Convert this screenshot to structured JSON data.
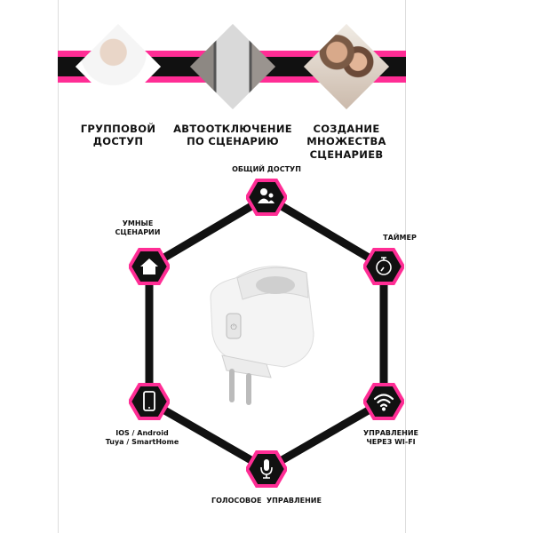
{
  "colors": {
    "accent": "#ff2d95",
    "dark": "#111111"
  },
  "top_features": [
    {
      "lines": [
        "ГРУППОВОЙ",
        "ДОСТУП"
      ],
      "image": "elderly-woman-with-phone"
    },
    {
      "lines": [
        "АВТООТКЛЮЧЕНИЕ",
        "ПО СЦЕНАРИЮ"
      ],
      "image": "phone-app-screen"
    },
    {
      "lines": [
        "СОЗДАНИЕ",
        "МНОЖЕСТВА",
        "СЦЕНАРИЕВ"
      ],
      "image": "couple-with-phone"
    }
  ],
  "hex_nodes": {
    "shared": {
      "label": [
        "ОБЩИЙ ДОСТУП"
      ],
      "icon": "users-icon"
    },
    "scenarios": {
      "label": [
        "УМНЫЕ",
        "СЦЕНАРИИ"
      ],
      "icon": "home-icon"
    },
    "timer": {
      "label": [
        "ТАЙМЕР"
      ],
      "icon": "stopwatch-icon"
    },
    "apps": {
      "label": [
        "IOS / Android",
        "Tuya / SmartHome"
      ],
      "icon": "smartphone-icon"
    },
    "wifi": {
      "label": [
        "УПРАВЛЕНИЕ",
        "ЧЕРЕЗ WI-FI"
      ],
      "icon": "wifi-icon"
    },
    "voice": {
      "label": [
        "ГОЛОСОВОЕ  УПРАВЛЕНИЕ"
      ],
      "icon": "microphone-icon"
    }
  },
  "product": "smart-plug"
}
